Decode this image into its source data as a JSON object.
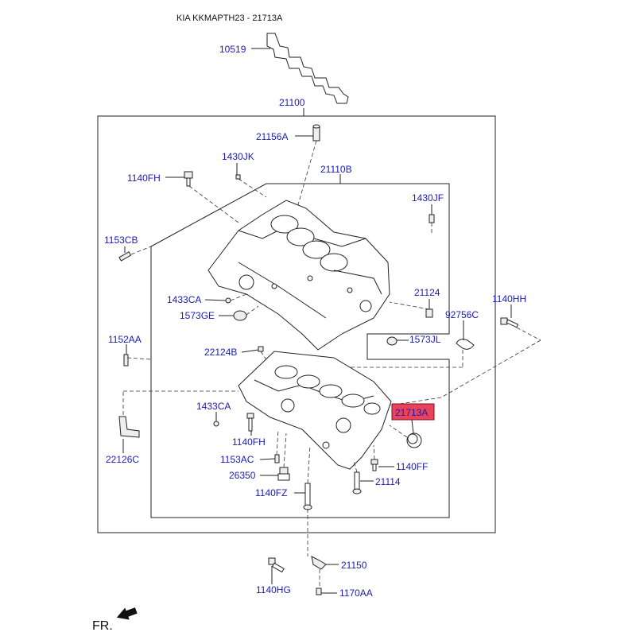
{
  "header": {
    "title": "KIA KKMAPTH23 - 21713A"
  },
  "footer": {
    "direction_label": "FR."
  },
  "highlight_color": "#e8435a",
  "label_color": "#1a1ab8",
  "parts": [
    {
      "id": "10519",
      "label": "10519"
    },
    {
      "id": "21100",
      "label": "21100"
    },
    {
      "id": "21156A",
      "label": "21156A"
    },
    {
      "id": "1430JK",
      "label": "1430JK"
    },
    {
      "id": "1140FH-top",
      "label": "1140FH"
    },
    {
      "id": "21110B",
      "label": "21110B"
    },
    {
      "id": "1430JF",
      "label": "1430JF"
    },
    {
      "id": "1153CB",
      "label": "1153CB"
    },
    {
      "id": "1140HH",
      "label": "1140HH"
    },
    {
      "id": "21124",
      "label": "21124"
    },
    {
      "id": "1433CA-top",
      "label": "1433CA"
    },
    {
      "id": "1573GE",
      "label": "1573GE"
    },
    {
      "id": "92756C",
      "label": "92756C"
    },
    {
      "id": "1152AA",
      "label": "1152AA"
    },
    {
      "id": "1573JL",
      "label": "1573JL"
    },
    {
      "id": "22124B",
      "label": "22124B"
    },
    {
      "id": "1433CA-bottom",
      "label": "1433CA"
    },
    {
      "id": "21713A",
      "label": "21713A",
      "highlighted": true
    },
    {
      "id": "1140FH-bottom",
      "label": "1140FH"
    },
    {
      "id": "22126C",
      "label": "22126C"
    },
    {
      "id": "1153AC",
      "label": "1153AC"
    },
    {
      "id": "1140FF",
      "label": "1140FF"
    },
    {
      "id": "26350",
      "label": "26350"
    },
    {
      "id": "21114",
      "label": "21114"
    },
    {
      "id": "1140FZ",
      "label": "1140FZ"
    },
    {
      "id": "21150",
      "label": "21150"
    },
    {
      "id": "1140HG",
      "label": "1140HG"
    },
    {
      "id": "1170AA",
      "label": "1170AA"
    }
  ]
}
